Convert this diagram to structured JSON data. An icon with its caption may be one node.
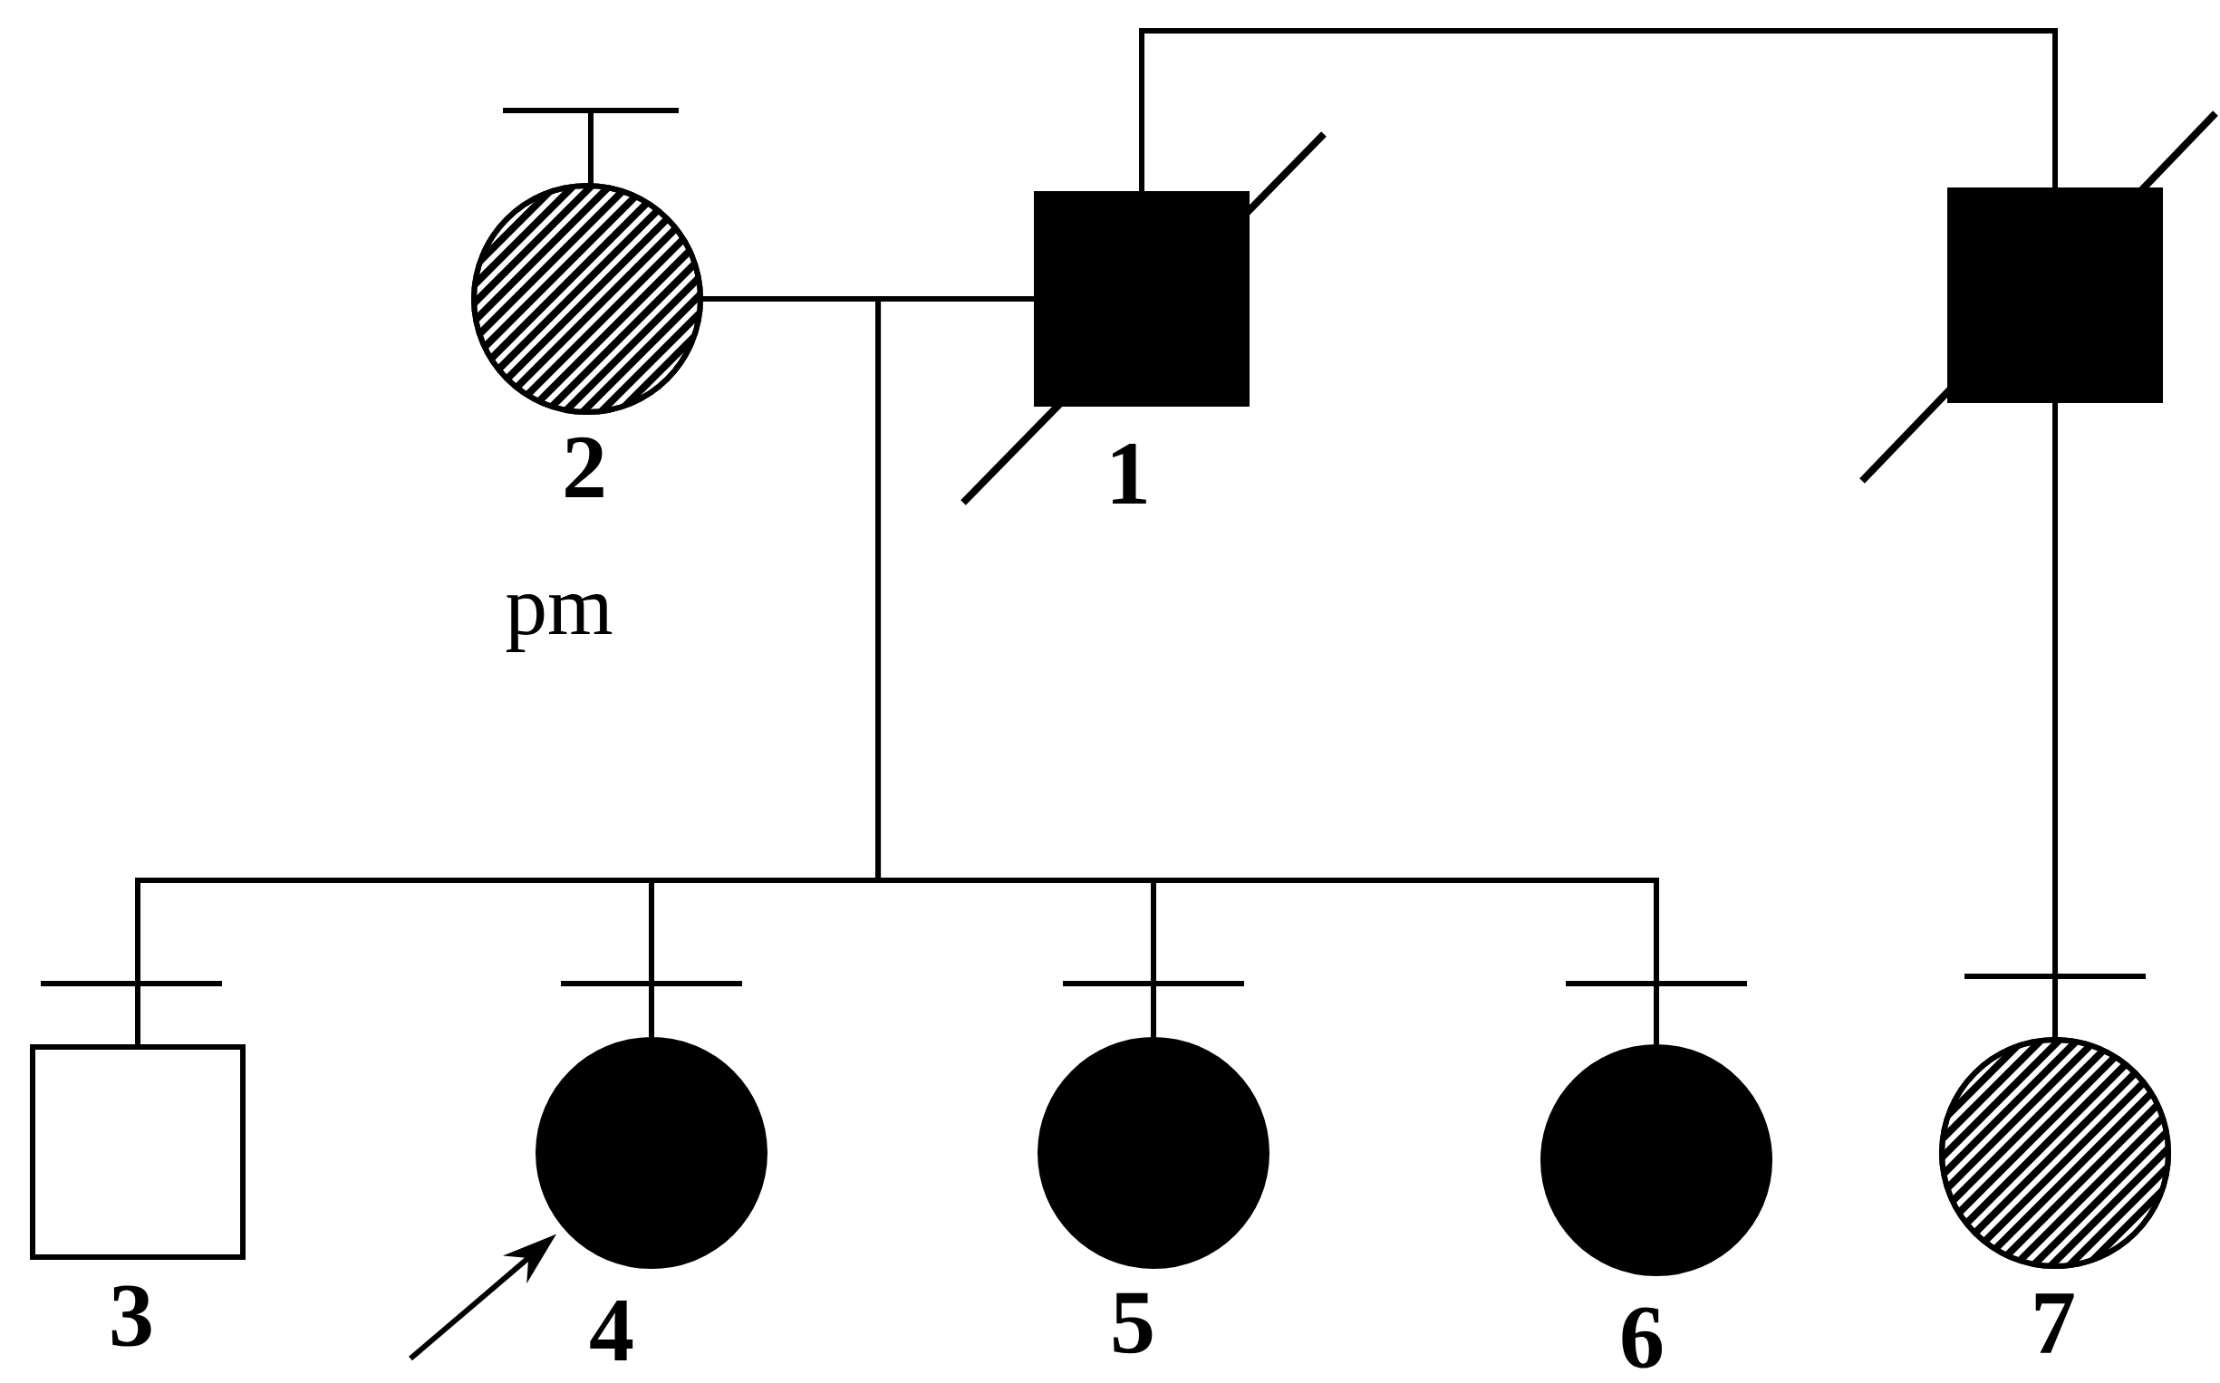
{
  "diagram": {
    "nodes": [
      {
        "text": [],
        "shape": "circle",
        "beside": [
          "2",
          "pm"
        ]
      },
      {
        "text": [],
        "shape": "box",
        "beside": [
          "1"
        ]
      },
      {
        "text": [],
        "shape": "box"
      },
      {
        "text": [],
        "shape": "box",
        "beside": [
          "3"
        ]
      },
      {
        "text": [],
        "shape": "circle",
        "beside": [
          "4"
        ]
      },
      {
        "text": [],
        "shape": "circle",
        "beside": [
          "5"
        ]
      },
      {
        "text": [],
        "shape": "circle",
        "beside": [
          "6"
        ]
      },
      {
        "text": [],
        "shape": "circle",
        "beside": [
          "7"
        ]
      }
    ],
    "edges": [
      {
        "from": 0,
        "to": 1,
        "arrow": "none"
      },
      {
        "from": 0,
        "to": 3,
        "arrow": "none"
      },
      {
        "from": 0,
        "to": 4,
        "arrow": "none"
      },
      {
        "from": 0,
        "to": 5,
        "arrow": "none"
      },
      {
        "from": 0,
        "to": 6,
        "arrow": "none"
      },
      {
        "from": 1,
        "to": 3,
        "arrow": "none"
      },
      {
        "from": 1,
        "to": 4,
        "arrow": "none"
      },
      {
        "from": 1,
        "to": 5,
        "arrow": "none"
      },
      {
        "from": 1,
        "to": 6,
        "arrow": "none"
      },
      {
        "from": 1,
        "to": 2,
        "arrow": "none"
      },
      {
        "from": 2,
        "to": 7,
        "arrow": "none"
      },
      {
        "from": null,
        "to": 4,
        "arrow": "to"
      }
    ]
  }
}
